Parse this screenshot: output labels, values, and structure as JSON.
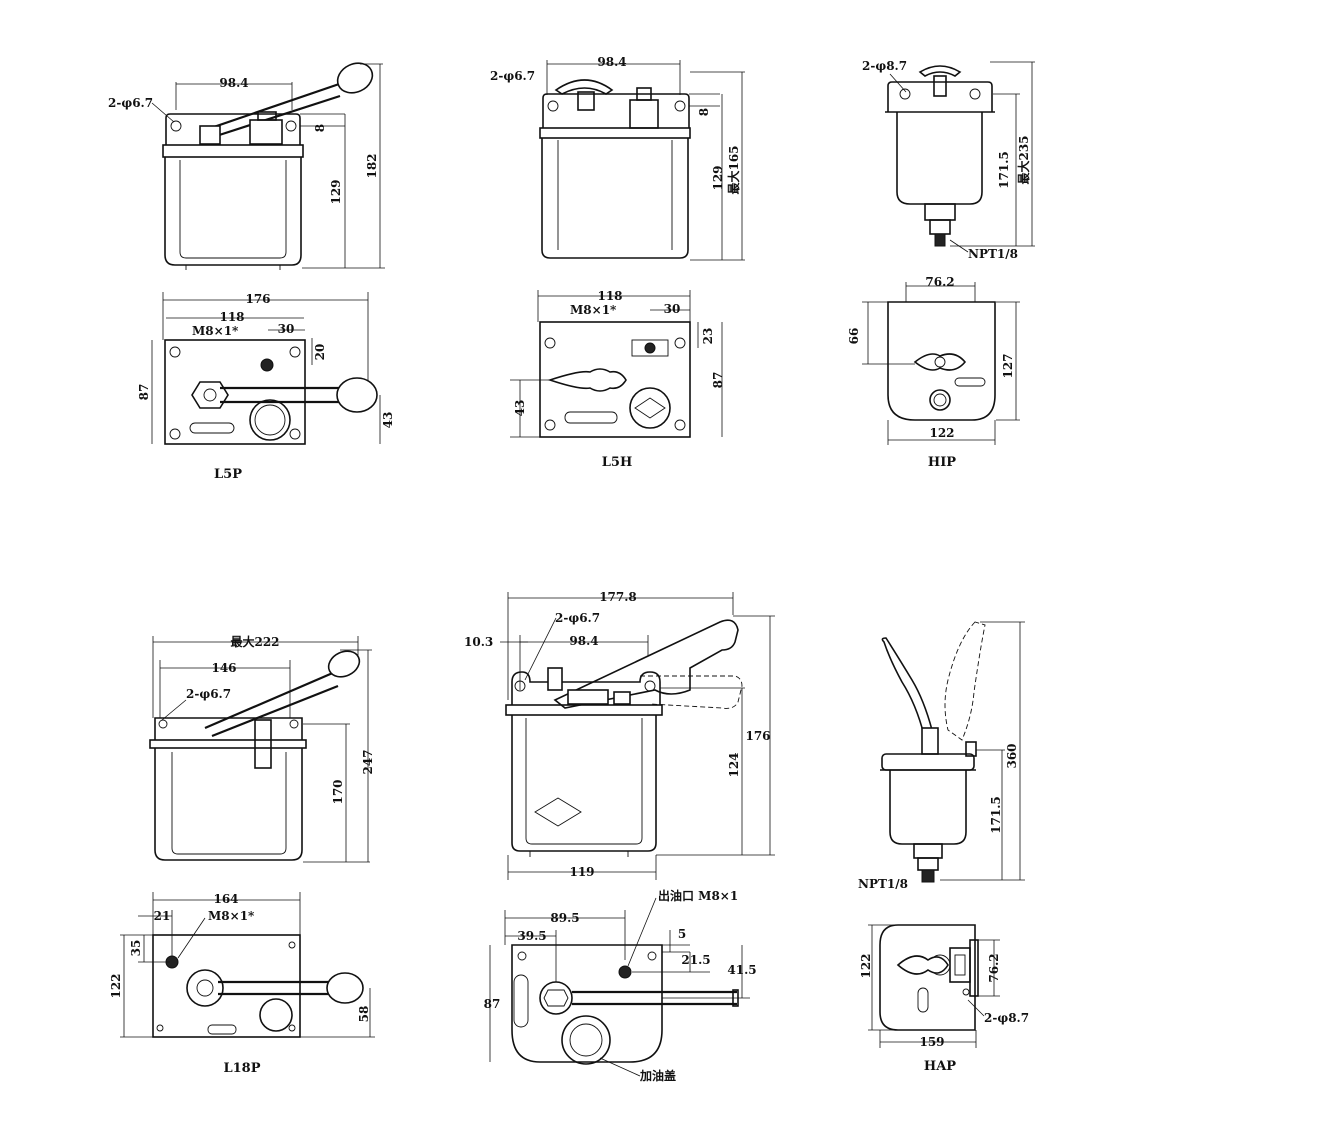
{
  "diagrams": {
    "L5P": {
      "name": "L5P",
      "front": {
        "width": "98.4",
        "holes": "2-φ6.7",
        "offset": "8",
        "height": "129",
        "total_height": "182"
      },
      "top": {
        "overall": "176",
        "mount": "118",
        "port": "M8×1*",
        "port_offset": "30",
        "port_y": "20",
        "depth": "87",
        "handle": "43"
      }
    },
    "L5H": {
      "name": "L5H",
      "front": {
        "width": "98.4",
        "holes": "2-φ6.7",
        "offset": "8",
        "height": "129",
        "max_height": "最大165"
      },
      "top": {
        "mount": "118",
        "port": "M8×1*",
        "port_offset": "30",
        "port_y": "23",
        "depth": "87",
        "handle": "43"
      }
    },
    "HIP": {
      "name": "HIP",
      "front": {
        "holes": "2-φ8.7",
        "height": "171.5",
        "max_height": "最大235",
        "thread": "NPT1/8"
      },
      "top": {
        "mount": "76.2",
        "depth": "66",
        "height": "127",
        "width": "122"
      }
    },
    "L18P": {
      "name": "L18P",
      "front": {
        "max_width": "最大222",
        "mount": "146",
        "holes": "2-φ6.7",
        "height": "170",
        "total_height": "247"
      },
      "top": {
        "overall": "164",
        "offset": "21",
        "port": "M8×1*",
        "port_y": "35",
        "depth": "122",
        "handle": "58"
      }
    },
    "middle": {
      "front": {
        "overall": "177.8",
        "holes": "2-φ6.7",
        "edge": "10.3",
        "mount": "98.4",
        "height": "124",
        "total_height": "176",
        "base": "119"
      },
      "top": {
        "outlet": "出油口 M8×1",
        "offset_a": "89.5",
        "offset_b": "39.5",
        "offset_c": "5",
        "offset_d": "21.5",
        "offset_e": "41.5",
        "depth": "87",
        "filler": "加油盖"
      }
    },
    "HAP": {
      "name": "HAP",
      "front": {
        "height": "171.5",
        "total_height": "360",
        "thread": "NPT1/8"
      },
      "top": {
        "depth": "122",
        "mount": "76.2",
        "holes": "2-φ8.7",
        "width": "159"
      }
    }
  }
}
